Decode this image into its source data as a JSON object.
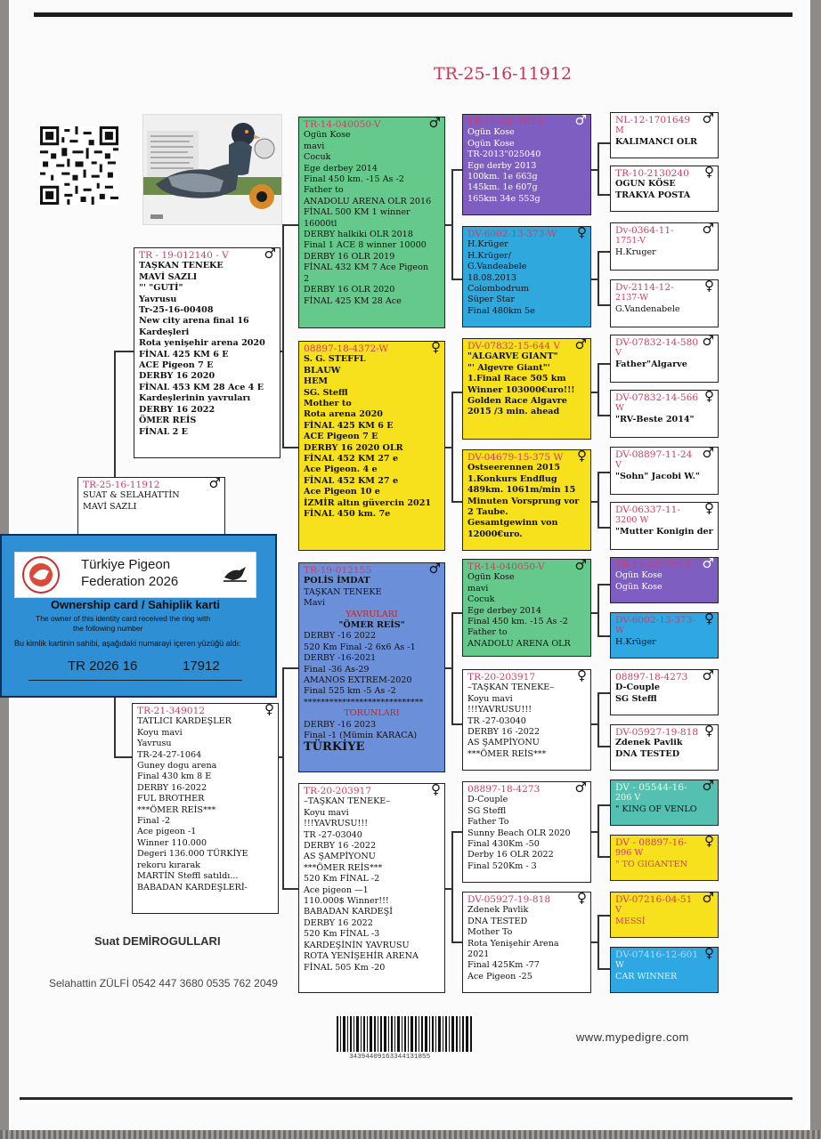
{
  "ring_title": "TR-25-16-11912",
  "male_symbol": "♂",
  "female_symbol": "♀",
  "subject": {
    "ring": "TR-25-16-11912",
    "lines": [
      "SUAT & SELAHATTİN",
      "MAVİ SAZLI"
    ]
  },
  "sire": {
    "ring": "TR - 19-012140 - V",
    "lines": [
      "TAŞKAN TENEKE",
      "MAVİ SAZLI",
      "\"' \"GUTİ\"",
      "Yavrusu",
      "Tr-25-16-00408",
      "New city arena final 16",
      "Kardeşleri",
      "Rota yenişehir arena 2020",
      "FİNAL 425 KM 6 E",
      "ACE Pigeon 7 E",
      "DERBY 16 2020",
      "FİNAL 453 KM 28 Ace 4 E",
      "Kardeşlerinin yavruları",
      "DERBY 16 2022",
      "ÖMER REİS",
      "FİNAL 2 E"
    ]
  },
  "dam": {
    "ring": "TR-21-349012",
    "lines": [
      "TATLICI KARDEŞLER",
      "Koyu mavi",
      "Yavrusu",
      "TR-24-27-1064",
      "Guney dogu arena",
      "Final 430 km 8 E",
      "DERBY 16-2022",
      "FUL BROTHER",
      "***ÖMER REİS***",
      "Final -2",
      "Ace pigeon -1",
      "Winner 110.000",
      "Degeri 136.000 TÜRKİYE",
      "rekoru kırarak",
      "MARTİN Steffl satıldı...",
      "BABADAN KARDEŞLERİ-"
    ]
  },
  "gen2": [
    {
      "ring": "TR-14-040050-V",
      "lines": [
        "Ogün Kose",
        "mavi",
        "Cocuk",
        "Ege derbey 2014",
        "Final 450 km. -15 As -2",
        "Father to",
        "ANADOLU ARENA OLR 2016",
        "FİNAL 500 KM 1 winner",
        "16000tl",
        "DERBY halkiki OLR 2018",
        "Final 1 ACE 8 winner 10000",
        "DERBY 16 OLR 2019",
        "FİNAL 432 KM 7 Ace Pigeon",
        "2",
        "DERBY 16 OLR 2020",
        "FİNAL 425 KM 28 Ace"
      ]
    },
    {
      "ring": "08897-18-4372-W",
      "lines": [
        "S. G. STEFFL",
        "BLAUW",
        "HEM",
        "SG. Steffl",
        "Mother to",
        "Rota arena 2020",
        "FİNAL 425 KM 6 E",
        "ACE Pigeon 7 E",
        "DERBY 16 2020 OLR",
        "FİNAL 452 KM 27 e",
        "Ace Pigeon. 4 e",
        "FİNAL 452 KM 27 e",
        "Ace Pigeon 10 e",
        "İZMİR altın güvercin 2021",
        "FİNAL 450 km. 7e"
      ]
    },
    {
      "ring": "TR-19-012155",
      "lines": [
        "POLİS İMDAT",
        "TAŞKAN TENEKE",
        "Mavi",
        "YAVRULARI",
        "\"ÖMER REİS\"",
        "DERBY -16 2022",
        "520 Km Final -2 6x6 As -1",
        "DERBY -16-2021",
        "Final -36 As-29",
        "AMANOS EXTREM-2020",
        "Final 525 km -5 As -2",
        "****************************",
        "TORUNLARI",
        "DERBY -16 2023",
        "Final -1 (Mümin KARACA)",
        "TÜRKİYE"
      ]
    },
    {
      "ring": "TR-20-203917",
      "lines": [
        "–TAŞKAN TENEKE–",
        "Koyu mavi",
        "!!!YAVRUSU!!!",
        "TR -27-03040",
        "DERBY 16 -2022",
        "AS ŞAMPİYONU",
        "***ÖMER REİS***",
        "520 Km FİNAL -2",
        "Ace pigeon —1",
        "110.000$ Winner!!!",
        "BABADAN KARDEŞİ",
        "DERBY 16 2022",
        "520 Km FİNAL -3",
        "KARDEŞİNİN YAVRUSU",
        "ROTA YENİŞEHİR ARENA",
        "FİNAL 505 Km -20"
      ]
    }
  ],
  "gen3": [
    {
      "ring": "TR-13-035705-V",
      "lines": [
        "Ogün Kose",
        "Ogün Kose",
        "TR-2013\"025040",
        "Ege derby 2013",
        "100km. 1e 663g",
        "145km. 1e 607g",
        "165km 34e 553g"
      ]
    },
    {
      "ring": "DV-6002-13-373-W",
      "lines": [
        "H.Krüger",
        "H.Krüger/",
        "G.Vandeabele",
        "18.08.2013",
        "Colombodrum",
        "Süper Star",
        "Final 480km 5e"
      ]
    },
    {
      "ring": "DV-07832-15-644 V",
      "lines": [
        "\"ALGARVE GIANT\"",
        "",
        "\"' Algevre Giant\"'",
        "1.Final Race 505 km",
        "Winner 103000€uro!!!",
        "Golden Race Algavre",
        "2015 /3 min. ahead"
      ]
    },
    {
      "ring": "DV-04679-15-375 W",
      "lines": [
        "Ostseerennen 2015",
        "1.Konkurs Endflug",
        "489km. 1061m/min 15",
        "Minuten Vorsprung vor",
        "2 Taube.",
        "Gesamtgewinn von",
        "12000€uro."
      ]
    },
    {
      "ring": "TR-14-040050-V",
      "lines": [
        "Ogün Kose",
        "mavi",
        "Cocuk",
        "Ege derbey 2014",
        "Final 450 km. -15 As -2",
        "Father to",
        "ANADOLU ARENA OLR"
      ]
    },
    {
      "ring": "TR-20-203917",
      "lines": [
        "–TAŞKAN TENEKE–",
        "Koyu mavi",
        "!!!YAVRUSU!!!",
        "TR -27-03040",
        "DERBY 16 -2022",
        "AS ŞAMPİYONU",
        "***ÖMER REİS***"
      ]
    },
    {
      "ring": "08897-18-4273",
      "lines": [
        "D-Couple",
        "SG Steffl",
        "Father To",
        "Sunny Beach OLR 2020",
        "Final 430Km -50",
        "Derby 16 OLR 2022",
        "Final 520Km - 3"
      ]
    },
    {
      "ring": "DV-05927-19-818",
      "lines": [
        "Zdenek Pavlik",
        "DNA TESTED",
        "Mother To",
        "Rota Yenişehir Arena",
        "2021",
        "Final 425Km -77",
        "Ace Pigeon -25"
      ]
    }
  ],
  "gen4": [
    {
      "ring": "NL-12-1701649",
      "lines": [
        "M",
        "KALIMANCI OLR"
      ]
    },
    {
      "ring": "TR-10-2130240",
      "lines": [
        "OGUN KÖSE",
        "TRAKYA POSTA"
      ]
    },
    {
      "ring": "Dv-0364-11-",
      "lines": [
        "1751-V",
        "H.Kruger"
      ]
    },
    {
      "ring": "Dv-2114-12-",
      "lines": [
        "2137-W",
        "G.Vandenabele"
      ]
    },
    {
      "ring": "DV-07832-14-580",
      "lines": [
        "V",
        "Father\"Algarve"
      ]
    },
    {
      "ring": "DV-07832-14-566",
      "lines": [
        "W",
        "\"RV-Beste 2014\""
      ]
    },
    {
      "ring": "DV-08897-11-24",
      "lines": [
        "V",
        "\"Sohn\" Jacobi W.\""
      ]
    },
    {
      "ring": "DV-06337-11-",
      "lines": [
        "3200 W",
        "\"Mutter Konigin der"
      ]
    },
    {
      "ring": "TR-13-035705-V",
      "lines": [
        "Ogün Kose",
        "Ogün Kose"
      ]
    },
    {
      "ring": "DV-6002-13-373-",
      "lines": [
        "W",
        "H.Krüger"
      ]
    },
    {
      "ring": "08897-18-4273",
      "lines": [
        "D-Couple",
        "SG Steffl"
      ]
    },
    {
      "ring": "DV-05927-19-818",
      "lines": [
        "Zdenek Pavlik",
        "DNA TESTED"
      ]
    },
    {
      "ring": "DV - 05544-16-",
      "lines": [
        "206 V",
        "\" KING OF VENLO"
      ]
    },
    {
      "ring": "DV - 08897-16-",
      "lines": [
        "996 W",
        "\" TO GIGANTEN"
      ]
    },
    {
      "ring": "DV-07216-04-51",
      "lines": [
        "V",
        "MESSİ"
      ]
    },
    {
      "ring": "DV-07416-12-601",
      "lines": [
        "W",
        "CAR WINNER"
      ]
    }
  ],
  "card": {
    "title_line1": "Türkiye Pigeon",
    "title_line2": "Federation 2026",
    "subtitle": "Ownership card / Sahiplik karti",
    "text1": "The owner of this identity card received the ring with",
    "text2": "the following number",
    "text3": "Bu kimlik kartinin sahibi, aşağıdaki numarayi içeren yüzüğü aldı:",
    "number_left": "TR 2026 16",
    "number_right": "17912"
  },
  "owner_name": "Suat DEMİROGULLARI",
  "contact": "Selahattin ZÜLFİ 0542 447 3680 0535 762 2049",
  "barcode_number": "34394409163344131855",
  "website": "www.mypedigre.com",
  "colors": {
    "ring": "#d03355",
    "green": "#66c98c",
    "purple": "#7f5ec2",
    "cyan": "#2fa9dd",
    "yellow": "#f7e01c",
    "blue": "#6b8fd9"
  }
}
